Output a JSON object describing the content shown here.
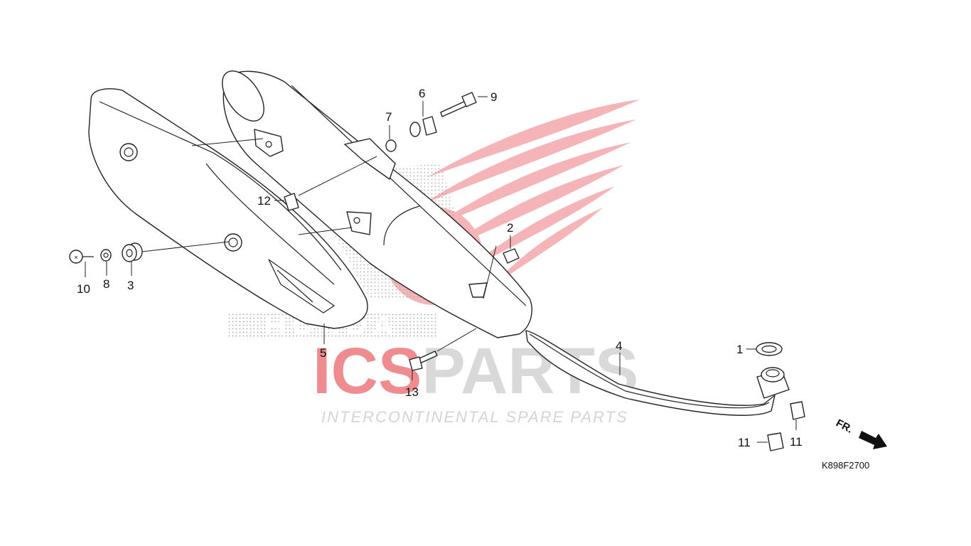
{
  "diagram_code": "K898F2700",
  "direction_label": "FR.",
  "watermark": {
    "brand_left": "ICS",
    "brand_right": "PARTS",
    "tagline": "INTERCONTINENTAL SPARE PARTS",
    "stamp": "HONDA",
    "color_red": "#e8434a",
    "color_gray": "#cfcfcf"
  },
  "callouts": [
    {
      "id": "c1",
      "label": "1"
    },
    {
      "id": "c2",
      "label": "2"
    },
    {
      "id": "c3",
      "label": "3"
    },
    {
      "id": "c4",
      "label": "4"
    },
    {
      "id": "c5",
      "label": "5"
    },
    {
      "id": "c6",
      "label": "6"
    },
    {
      "id": "c7",
      "label": "7"
    },
    {
      "id": "c8",
      "label": "8"
    },
    {
      "id": "c9",
      "label": "9"
    },
    {
      "id": "c10",
      "label": "10"
    },
    {
      "id": "c11a",
      "label": "11"
    },
    {
      "id": "c11b",
      "label": "11"
    },
    {
      "id": "c12",
      "label": "12"
    },
    {
      "id": "c13",
      "label": "13"
    }
  ]
}
